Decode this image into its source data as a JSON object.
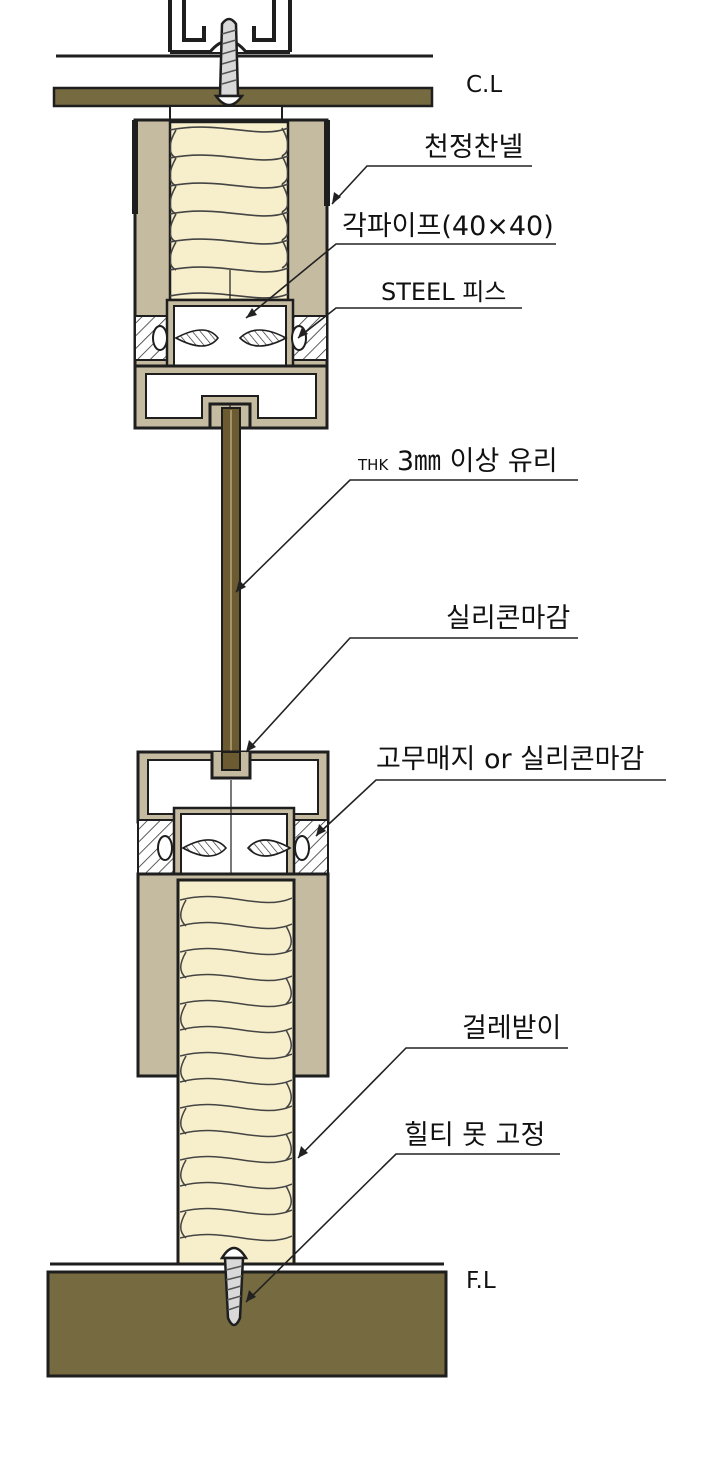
{
  "labels": {
    "ceiling_ref": "C.L",
    "floor_ref": "F.L",
    "ceiling_channel": "천정찬넬",
    "square_pipe": "각파이프(40×40)",
    "steel_screw": "STEEL 피스",
    "glass_prefix": "THK",
    "glass_main": "3㎜ 이상 유리",
    "silicone_finish": "실리콘마감",
    "rubber_or_silicone": "고무매지 or 실리콘마감",
    "baseboard": "걸레받이",
    "hilti_nail": "힐티 못 고정"
  },
  "colors": {
    "line": "#1e1e1e",
    "slab": "#756a40",
    "frame": "#c4bba1",
    "insulation": "#f7eecb",
    "glass": "#6c5a30",
    "leader": "#222222"
  }
}
